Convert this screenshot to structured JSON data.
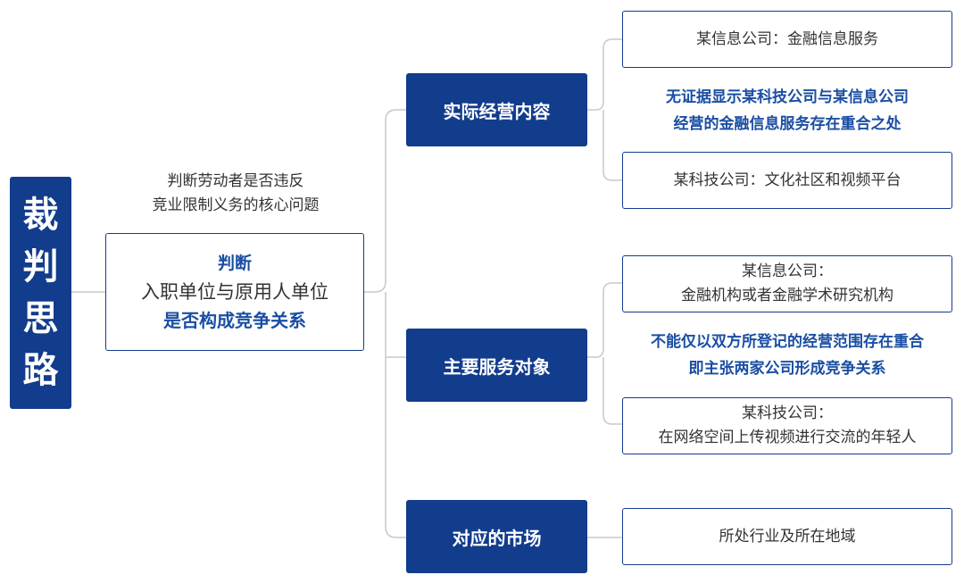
{
  "root": {
    "title": "裁判思路"
  },
  "question": {
    "caption_line1": "判断劳动者是否违反",
    "caption_line2": "竞业限制义务的核心问题",
    "box_line1": "判断",
    "box_line2": "入职单位与原用人单位",
    "box_line3": "是否构成竞争关系"
  },
  "categories": [
    {
      "label": "实际经营内容",
      "leaf_a": {
        "line1": "某信息公司：金融信息服务"
      },
      "note": {
        "line1": "无证据显示某科技公司与某信息公司",
        "line2": "经营的金融信息服务存在重合之处"
      },
      "leaf_b": {
        "line1": "某科技公司：文化社区和视频平台"
      }
    },
    {
      "label": "主要服务对象",
      "leaf_a": {
        "line1": "某信息公司：",
        "line2": "金融机构或者金融学术研究机构"
      },
      "note": {
        "line1": "不能仅以双方所登记的经营范围存在重合",
        "line2": "即主张两家公司形成竞争关系"
      },
      "leaf_b": {
        "line1": "某科技公司：",
        "line2": "在网络空间上传视频进行交流的年轻人"
      }
    },
    {
      "label": "对应的市场",
      "leaf_a": {
        "line1": "所处行业及所在地域"
      }
    }
  ]
}
